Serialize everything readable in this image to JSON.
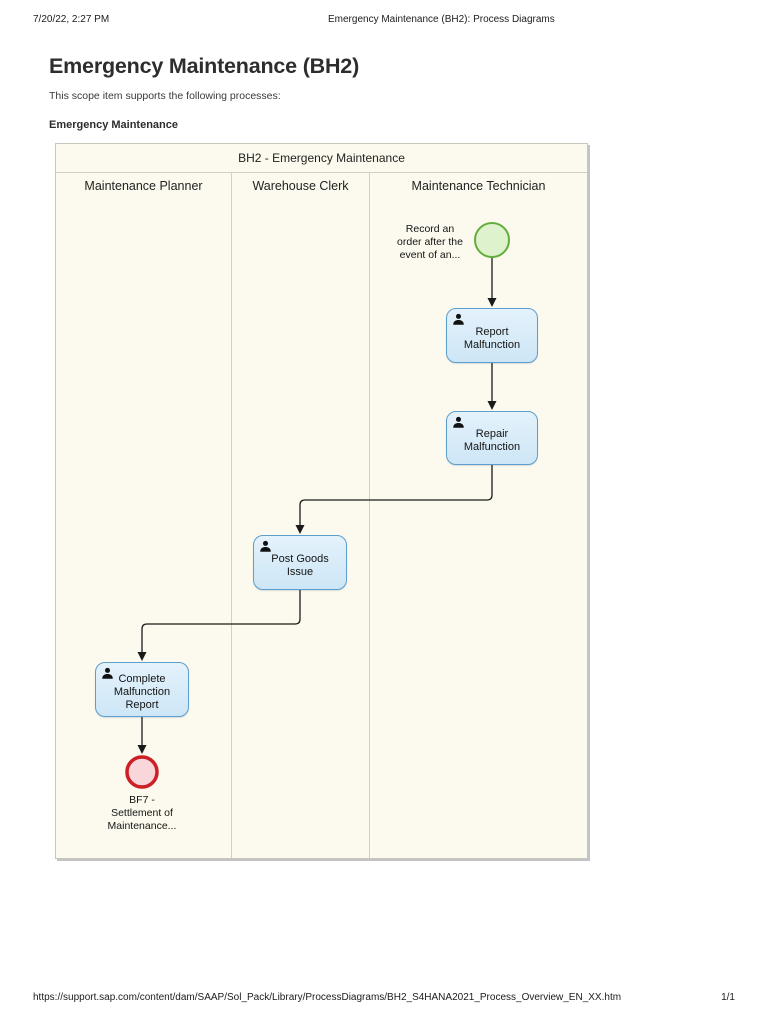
{
  "print_header": {
    "timestamp": "7/20/22, 2:27 PM",
    "document_title": "Emergency Maintenance (BH2): Process Diagrams"
  },
  "content": {
    "title": "Emergency Maintenance (BH2)",
    "intro": "This scope item supports the following processes:",
    "section_label": "Emergency Maintenance"
  },
  "diagram": {
    "pool_title": "BH2 - Emergency Maintenance",
    "lanes": [
      {
        "label": "Maintenance Planner"
      },
      {
        "label": "Warehouse Clerk"
      },
      {
        "label": "Maintenance Technician"
      }
    ],
    "start_event": {
      "label": "Record an order after the event of an...",
      "lines": [
        "Record an",
        "order after the",
        "event of an..."
      ]
    },
    "tasks": [
      {
        "label": "Report Malfunction",
        "lane": "Maintenance Technician"
      },
      {
        "label": "Repair Malfunction",
        "lane": "Maintenance Technician"
      },
      {
        "label": "Post Goods Issue",
        "lane": "Warehouse Clerk"
      },
      {
        "label": "Complete Malfunction Report",
        "lane": "Maintenance Planner"
      }
    ],
    "end_event": {
      "label": "BF7 - Settlement of Maintenance...",
      "lines": [
        "BF7 -",
        "Settlement of",
        "Maintenance..."
      ]
    },
    "colors": {
      "canvas_bg": "#fcfaee",
      "lane_border": "#cfcfc5",
      "task_fill": "#d5eaf8",
      "task_border": "#5c9ecd",
      "start_fill": "#def2cd",
      "start_border": "#64ad3d",
      "end_fill": "#f9d6da",
      "end_border": "#cd2026",
      "connector": "#1a1a1a"
    }
  },
  "print_footer": {
    "url": "https://support.sap.com/content/dam/SAAP/Sol_Pack/Library/ProcessDiagrams/BH2_S4HANA2021_Process_Overview_EN_XX.htm",
    "page_indicator": "1/1"
  }
}
